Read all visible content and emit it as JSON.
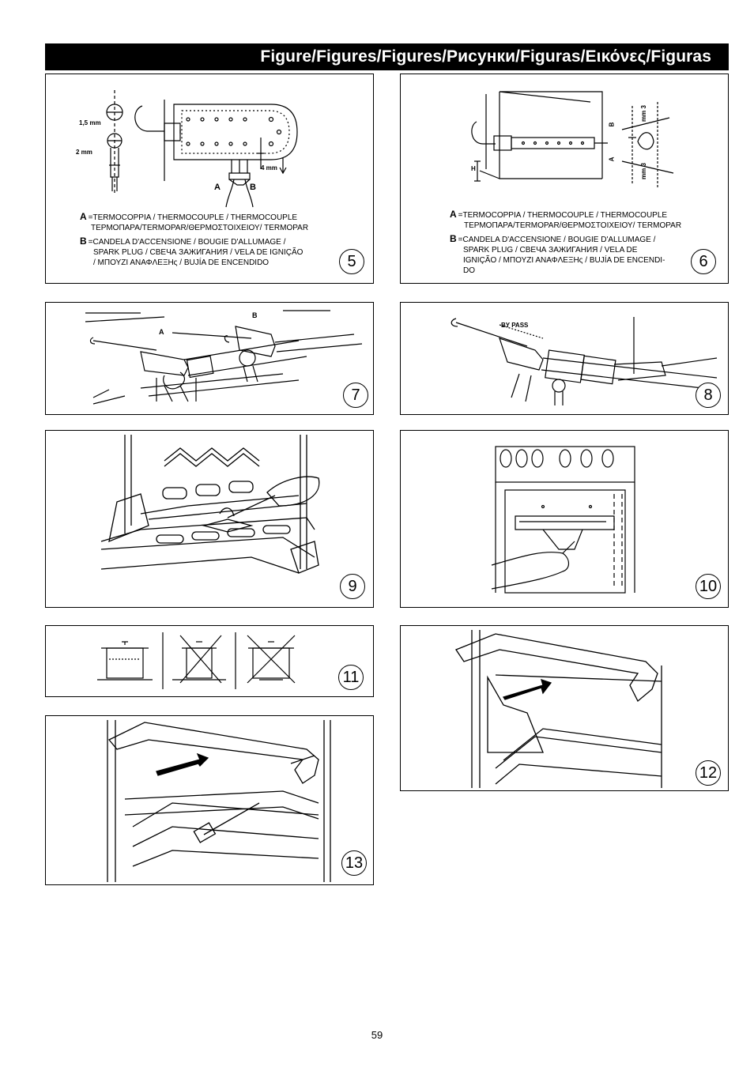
{
  "header": {
    "title": "Figure/Figures/Figures/Рисунки/Figuras/Εικόνες/Figuras"
  },
  "figures": {
    "fig5": {
      "number": "5",
      "dims": {
        "d1": "1,5 mm",
        "d2": "2 mm",
        "d3": "4 mm"
      },
      "marks": {
        "a": "A",
        "b": "B"
      },
      "legend": {
        "a_key": "A",
        "a_line1": "=TERMOCOPPIA / THERMOCOUPLE / THERMOCOUPLE",
        "a_line2": "ТЕРМОПАРА/TERMOPAR/ΘΕΡΜΟΣΤΟΙΧΕΙΟΥ/ TERMOPAR",
        "b_key": "B",
        "b_line1": "=CANDELA D'ACCENSIONE / BOUGIE D'ALLUMAGE /",
        "b_line2": "SPARK PLUG / СВЕЧА ЗАЖИГАНИЯ / VELA DE IGNIÇÃO",
        "b_line3": "/ ΜΠΟΥΖΙ ΑΝΑΦΛΕΞΗς / BUJÍA DE ENCENDIDO"
      }
    },
    "fig6": {
      "number": "6",
      "dims": {
        "h": "H",
        "mm3a": "mm 3",
        "mm3b": "mm 3",
        "b": "B",
        "a": "A"
      },
      "legend": {
        "a_key": "A",
        "a_line1": "=TERMOCOPPIA / THERMOCOUPLE / THERMOCOUPLE",
        "a_line2": "ТЕРМОПАРА/TERMOPAR/ΘΕΡΜΟΣΤΟΙΧΕΙΟΥ/ TERMOPAR",
        "b_key": "B",
        "b_line1": "=CANDELA D'ACCENSIONE / BOUGIE D'ALLUMAGE /",
        "b_line2": "SPARK PLUG / СВЕЧА ЗАЖИГАНИЯ / VELA DE",
        "b_line3": "IGNIÇÃO / ΜΠΟΥΖΙ ΑΝΑΦΛΕΞΗς / BUJÍA DE ENCENDI-",
        "b_line4": "DO"
      }
    },
    "fig7": {
      "number": "7",
      "marks": {
        "a": "A",
        "b": "B"
      }
    },
    "fig8": {
      "number": "8",
      "label": "BY PASS"
    },
    "fig9": {
      "number": "9"
    },
    "fig10": {
      "number": "10"
    },
    "fig11": {
      "number": "11"
    },
    "fig12": {
      "number": "12"
    },
    "fig13": {
      "number": "13"
    }
  },
  "page_number": "59"
}
